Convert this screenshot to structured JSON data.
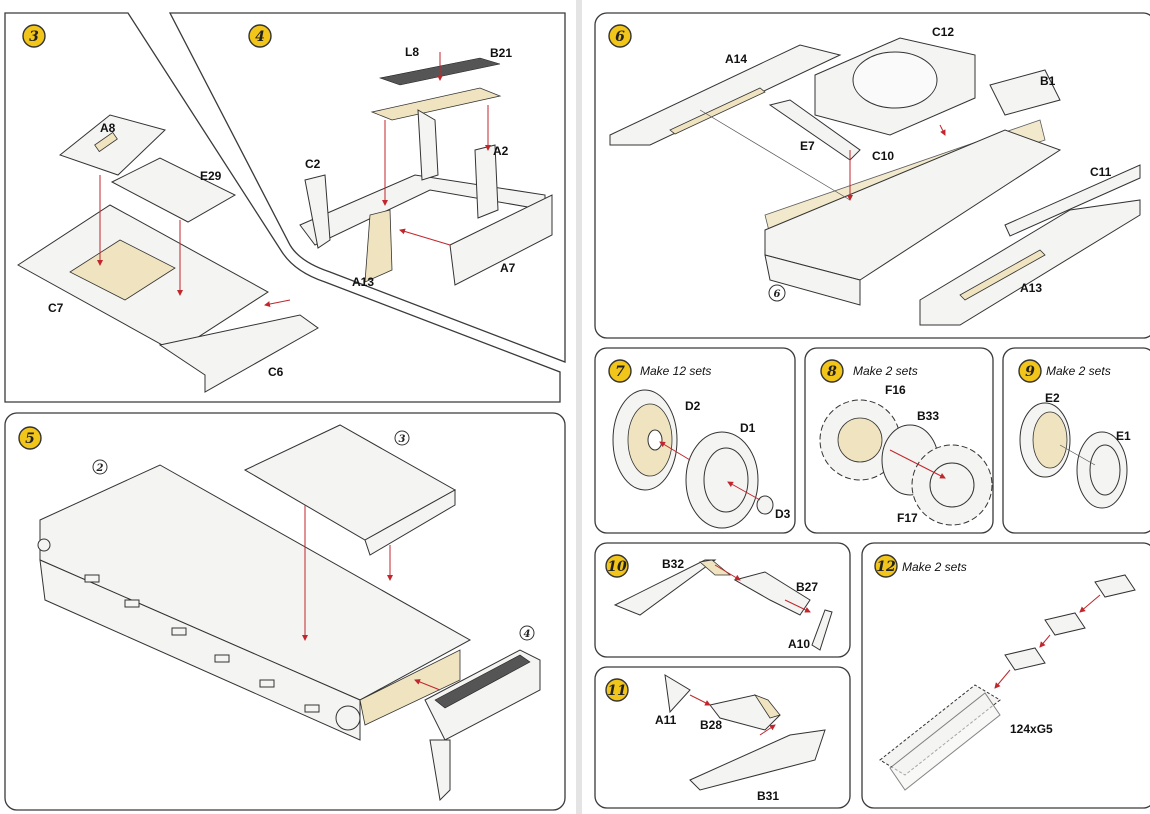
{
  "colors": {
    "step_badge": "#f2c51a",
    "highlight": "#efe3c0",
    "arrow": "#c0262c"
  },
  "steps": [
    {
      "number": "3",
      "parts": [
        "A8",
        "E29",
        "C7",
        "C6"
      ]
    },
    {
      "number": "4",
      "parts": [
        "L8",
        "B21",
        "C2",
        "A2",
        "A13",
        "A7"
      ]
    },
    {
      "number": "5",
      "callouts": [
        "2",
        "3",
        "4"
      ]
    },
    {
      "number": "6",
      "parts": [
        "C12",
        "A14",
        "B1",
        "E7",
        "C10",
        "C11",
        "A13"
      ],
      "callouts": [
        "6"
      ]
    },
    {
      "number": "7",
      "note": "Make 12 sets",
      "parts": [
        "D2",
        "D1",
        "D3"
      ]
    },
    {
      "number": "8",
      "note": "Make 2 sets",
      "parts": [
        "F16",
        "B33",
        "F17"
      ]
    },
    {
      "number": "9",
      "note": "Make 2 sets",
      "parts": [
        "E2",
        "E1"
      ]
    },
    {
      "number": "10",
      "parts": [
        "B32",
        "B27",
        "A10"
      ]
    },
    {
      "number": "11",
      "parts": [
        "A11",
        "B28",
        "B31"
      ]
    },
    {
      "number": "12",
      "note": "Make 2 sets",
      "parts": [
        "124xG5"
      ]
    }
  ]
}
